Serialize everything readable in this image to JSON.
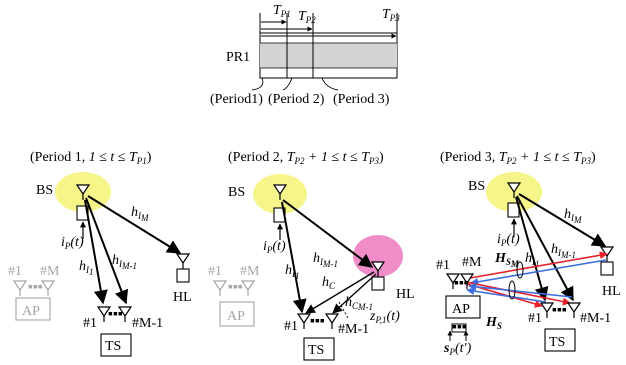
{
  "timeline": {
    "label": "PR1",
    "markers": [
      "T_P1",
      "T_P2",
      "T_P3"
    ],
    "periods": [
      "(Period1)",
      "(Period 2)",
      "(Period 3)"
    ]
  },
  "panels": [
    {
      "heading": {
        "prefix": "(Period 1, ",
        "cond_a": "1 ≤ t ≤ ",
        "T": "T",
        "sub": "P1",
        "suffix": ")"
      },
      "labels": {
        "bs": "BS",
        "hl": "HL",
        "ap": "AP",
        "ts": "TS",
        "n1": "#1",
        "nM": "#M",
        "nM1": "#M-1",
        "ip": "i",
        "ip_sub": "P",
        "ip_arg": "(t)",
        "h": "h",
        "h_sub_a": "I",
        "h_sub_b": "M",
        "h2_sub_b": "M-1",
        "h3_sub": "1"
      }
    },
    {
      "heading": {
        "prefix": "(Period 2, ",
        "cond_a": "T",
        "sub_a": "P2",
        "cond_b": " + 1 ≤ t ≤ ",
        "T": "T",
        "sub": "P3",
        "suffix": ")"
      },
      "labels": {
        "bs": "BS",
        "hl": "HL",
        "ap": "AP",
        "ts": "TS",
        "n1": "#1",
        "nM": "#M",
        "nM1": "#M-1",
        "ip": "i",
        "ip_sub": "P",
        "ip_arg": "(t)",
        "h": "h",
        "hc": "h",
        "hc_sub": "C",
        "hcm_sub": "C",
        "hcm_sub2": "M-1",
        "z": "z",
        "z_sub": "P,1",
        "z_arg": "(t)",
        "h_sub_a": "I",
        "h_sub_b": "M-1",
        "h1_sub": "1"
      }
    },
    {
      "heading": {
        "prefix": "(Period 3, ",
        "cond_a": "T",
        "sub_a": "P2",
        "cond_b": " + 1 ≤ t ≤ ",
        "T": "T",
        "sub": "P3",
        "suffix": ")"
      },
      "labels": {
        "bs": "BS",
        "hl": "HL",
        "ap": "AP",
        "ts": "TS",
        "n1": "#1",
        "nM": "#M",
        "nM1": "#M-1",
        "ip": "i",
        "ip_sub": "P",
        "ip_arg": "(t)",
        "h": "h",
        "h_sub_a": "I",
        "h_sub_b": "M",
        "h2_sub_b": "M-1",
        "h3_sub": "1",
        "H": "H",
        "H_sub": "S",
        "H_sub_b": "M",
        "HS": "H",
        "HS_sub": "S",
        "s": "s",
        "s_sub": "P",
        "s_arg": "(t′)"
      }
    }
  ],
  "colors": {
    "bs_halo": "#f5f58a",
    "hl_halo": "#f08cc8",
    "bar_fill": "#d4d4d4",
    "red": "#e8202a",
    "blue": "#3c6ee0",
    "gray": "#a6a6a6"
  }
}
